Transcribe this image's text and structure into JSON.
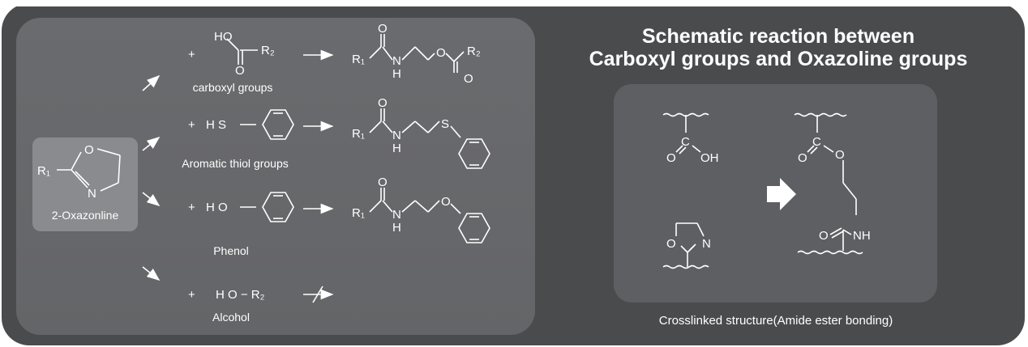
{
  "title": {
    "line1": "Schematic reaction between",
    "line2": "Carboxyl groups and Oxazoline groups"
  },
  "start": {
    "label": "2-Oxazonline",
    "r1": "R₁",
    "o": "O",
    "n": "N"
  },
  "reactions": [
    {
      "plus": "+",
      "reagent_prefix": "HO",
      "reagent_suffix": "R₂",
      "reagent_o": "O",
      "label": "carboxyl groups",
      "product": {
        "o": "O",
        "r1": "R₁",
        "n": "N",
        "h": "H",
        "o2": "O",
        "o3": "O",
        "r2": "R₂"
      }
    },
    {
      "plus": "+",
      "reagent_prefix": "H S",
      "label": "Aromatic thiol groups",
      "product": {
        "o": "O",
        "r1": "R₁",
        "n": "N",
        "h": "H",
        "s": "S"
      }
    },
    {
      "plus": "+",
      "reagent_prefix": "H O",
      "label": "Phenol",
      "product": {
        "o": "O",
        "r1": "R₁",
        "n": "N",
        "h": "H",
        "o2": "O"
      }
    },
    {
      "plus": "+",
      "reagent_prefix": "H O − R₂",
      "label": "Alcohol"
    }
  ],
  "crosslink": {
    "caption": "Crosslinked structure(Amide ester bonding)",
    "left_acid": {
      "c": "C",
      "o": "O",
      "oh": "OH"
    },
    "left_oxa": {
      "o": "O",
      "n": "N"
    },
    "right_ester": {
      "c": "C",
      "o": "O",
      "o2": "O"
    },
    "right_amide": {
      "o": "O",
      "nh": "NH"
    }
  },
  "colors": {
    "frame": "#4a4b4d",
    "panel": "#68696c",
    "box": "#8a8b8e",
    "text": "#ffffff"
  }
}
